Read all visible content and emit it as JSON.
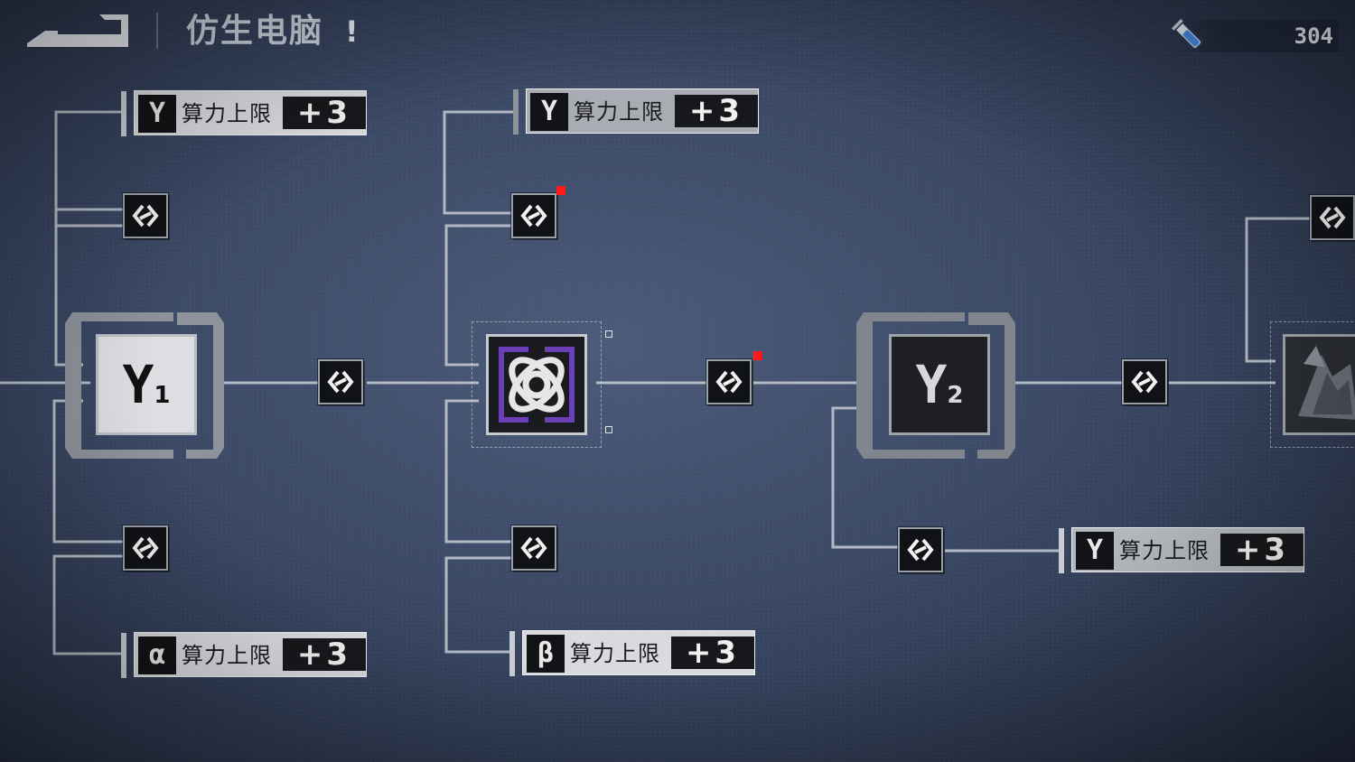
{
  "header": {
    "title": "仿生电脑",
    "title_mark": "!",
    "currency_value": "304"
  },
  "stat_cards": [
    {
      "glyph": "Y",
      "label": "算力上限",
      "bonus": "+3"
    },
    {
      "glyph": "Y",
      "label": "算力上限",
      "bonus": "+3"
    },
    {
      "glyph": "Y",
      "label": "算力上限",
      "bonus": "+3"
    },
    {
      "glyph": "α",
      "label": "算力上限",
      "bonus": "+3"
    },
    {
      "glyph": "β",
      "label": "算力上限",
      "bonus": "+3"
    }
  ],
  "major_nodes": [
    {
      "glyph": "Y",
      "sub": "1"
    },
    {
      "glyph": "Y",
      "sub": "2"
    }
  ],
  "colors": {
    "background": "#3a4865",
    "card": "#d8dadd",
    "node_dark": "#101216",
    "accent_purple": "#6a3fb8",
    "alert_red": "#ff1a1a"
  }
}
